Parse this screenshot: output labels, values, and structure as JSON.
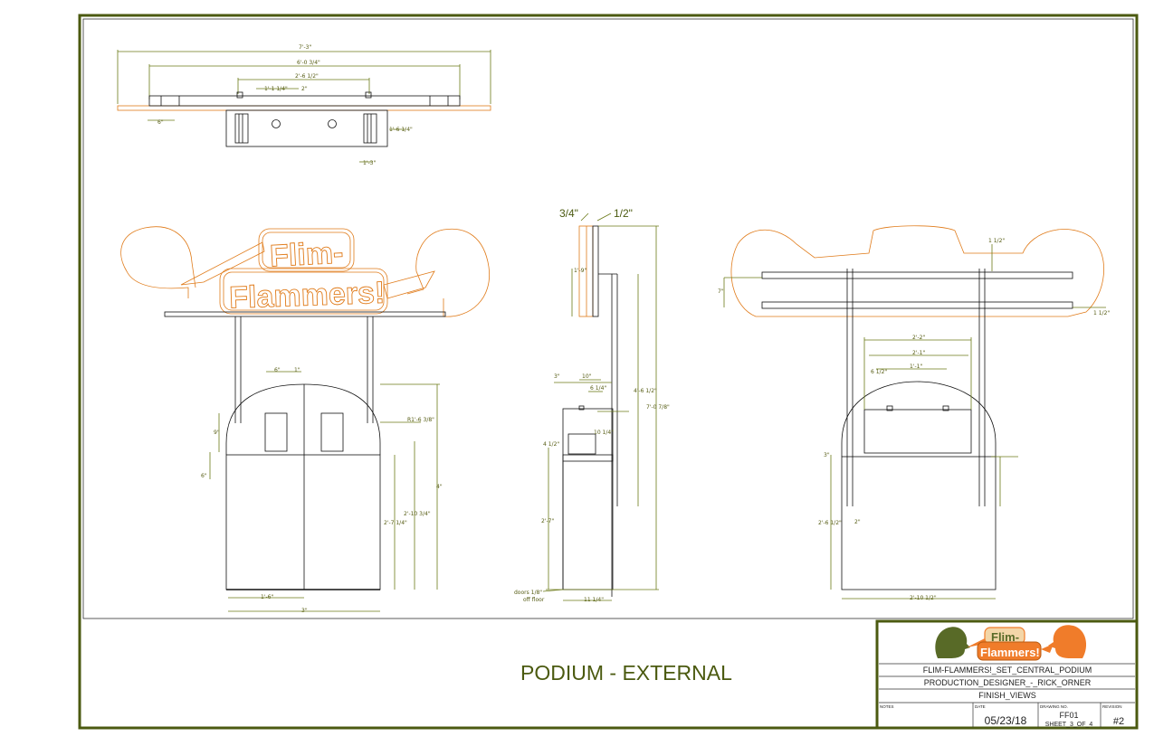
{
  "drawing": {
    "title": "PODIUM - EXTERNAL",
    "colors": {
      "border": "#4b5a10",
      "dimension": "#6b7a18",
      "sign": "#e07b1a",
      "line": "#111111"
    }
  },
  "plan_view": {
    "dims": [
      "7'-3\"",
      "6'-0 3/4\"",
      "2'-6 1/2\"",
      "1'-1 1/4\"",
      "2\"",
      "6\"",
      "1'-6 1/4\"",
      "1'-3\""
    ]
  },
  "front_view": {
    "sign_text_line1": "Flim-",
    "sign_text_line2": "Flammers!",
    "dims": [
      "6\"",
      "1\"",
      "9\"",
      "6\"",
      "R1'-6 3/8\"",
      "2'-7 1/4\"",
      "2'-10 3/4\"",
      "4\"",
      "1'-6\"",
      "3\""
    ]
  },
  "side_view": {
    "dims": [
      "3/4\"",
      "1/2\"",
      "1'-9\"",
      "4'-6 1/2\"",
      "7'-0 7/8\"",
      "10\"",
      "6 1/4\"",
      "10 1/4\"",
      "4 1/2\"",
      "2'-7\"",
      "11 1/4\"",
      "3\"",
      "doors 1/8\"",
      "off floor"
    ]
  },
  "rear_view": {
    "dims": [
      "1 1/2\"",
      "7\"",
      "1 1/2\"",
      "2'-2\"",
      "2'-1\"",
      "6 1/2\"",
      "1'-1\"",
      "3\"",
      "2'-6 1/2\"",
      "2'-10 1/2\"",
      "2\""
    ]
  },
  "title_block": {
    "logo_line1": "Flim-",
    "logo_line2": "Flammers!",
    "project": "FLIM-FLAMMERS!_SET_CENTRAL_PODIUM",
    "designer": "PRODUCTION_DESIGNER_-_RICK_ORNER",
    "sheet_name": "FINISH_VIEWS",
    "notes_label": "NOTES",
    "date_label": "DATE",
    "date": "05/23/18",
    "drawing_no_label": "DRAWING NO.",
    "drawing_no": "FF01",
    "sheet_of": "SHEET_3_OF_4",
    "revision_label": "REVISION",
    "revision": "#2"
  }
}
